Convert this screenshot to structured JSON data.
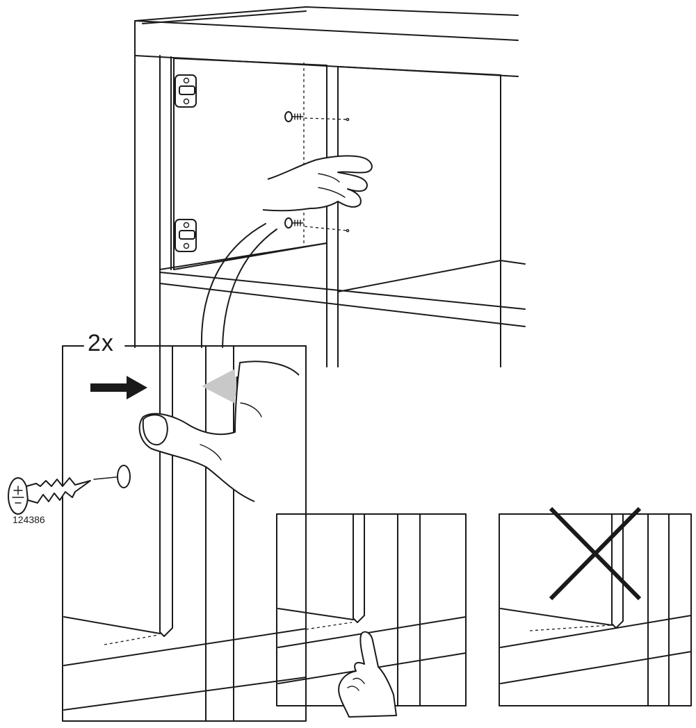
{
  "instruction": {
    "quantity_label": "2x",
    "part_number": "124386"
  },
  "panels": [
    {
      "name": "overview-step",
      "role": "cabinet overview"
    },
    {
      "name": "detail-step",
      "role": "zoomed detail"
    },
    {
      "name": "correct-result",
      "role": "correct result"
    },
    {
      "name": "incorrect-result",
      "role": "incorrect result"
    }
  ],
  "symbols": {
    "correct_marker": "pointing-hand-icon",
    "incorrect_marker": "cross-icon",
    "push_direction": "arrow-right-icon",
    "pull_direction": "arrow-left-icon",
    "fastener": "screw-icon"
  },
  "colors": {
    "line": "#1a1a1a",
    "background": "#ffffff",
    "arrow_primary": "#1a1a1a",
    "arrow_secondary": "#c8c8c8"
  }
}
